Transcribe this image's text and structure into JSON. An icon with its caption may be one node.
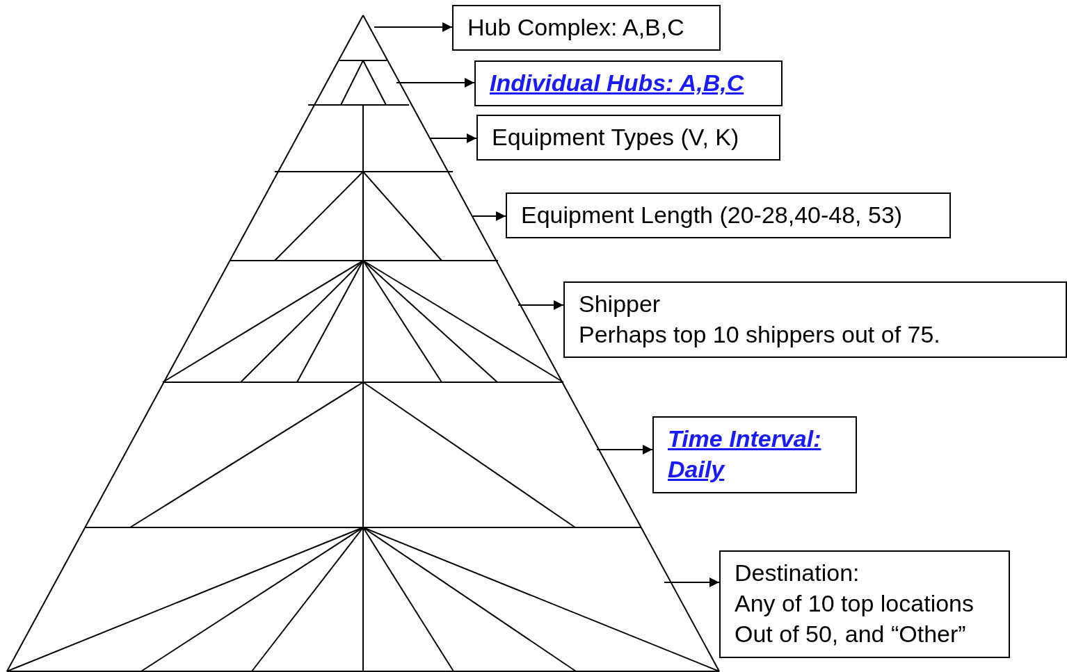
{
  "diagram": {
    "nodes": [
      {
        "text": [
          "Hub Complex: A,B,C"
        ]
      },
      {
        "text": [
          "Individual Hubs: A,B,C"
        ]
      },
      {
        "text": [
          "Equipment Types (V, K)"
        ]
      },
      {
        "text": [
          "Equipment Length (20-28,40-48, 53)"
        ]
      },
      {
        "text": [
          "Shipper",
          "Perhaps top 10 shippers out of 75."
        ]
      },
      {
        "text": [
          "Time Interval: Daily"
        ]
      },
      {
        "text": [
          "Destination:",
          "Any of 10 top locations Out of 50, and “Other”"
        ]
      }
    ],
    "edges": [
      {
        "from": null,
        "to": 0,
        "arrow": "to"
      },
      {
        "from": null,
        "to": 1,
        "arrow": "to"
      },
      {
        "from": null,
        "to": 2,
        "arrow": "to"
      },
      {
        "from": null,
        "to": 3,
        "arrow": "to"
      },
      {
        "from": null,
        "to": 4,
        "arrow": "to"
      },
      {
        "from": null,
        "to": 5,
        "arrow": "to"
      },
      {
        "from": null,
        "to": 6,
        "arrow": "to"
      }
    ]
  }
}
